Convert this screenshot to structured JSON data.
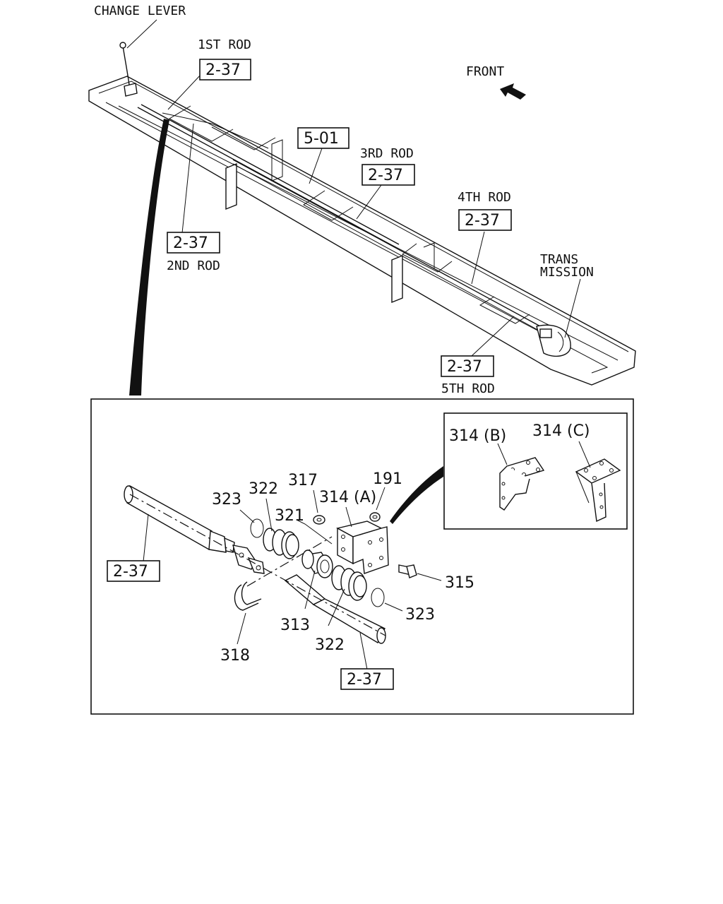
{
  "overview": {
    "change_lever": "CHANGE LEVER",
    "rod1": "1ST ROD",
    "rod2": "2ND ROD",
    "rod3": "3RD ROD",
    "rod4": "4TH ROD",
    "rod5": "5TH ROD",
    "front": "FRONT",
    "trans_line1": "TRANS",
    "trans_line2": "MISSION",
    "ref_rod1": "2-37",
    "ref_rod2": "2-37",
    "ref_rod3": "2-37",
    "ref_rod4": "2-37",
    "ref_rod5": "2-37",
    "ref_shaft": "5-01"
  },
  "detail": {
    "ref_left": "2-37",
    "ref_bottom": "2-37",
    "parts": {
      "p323_top": "323",
      "p322_top": "322",
      "p321": "321",
      "p317": "317",
      "p314a": "314 (A)",
      "p191": "191",
      "p315": "315",
      "p323_bottom": "323",
      "p313": "313",
      "p322_bottom": "322",
      "p318": "318"
    }
  },
  "inset": {
    "p314b": "314 (B)",
    "p314c": "314 (C)"
  }
}
